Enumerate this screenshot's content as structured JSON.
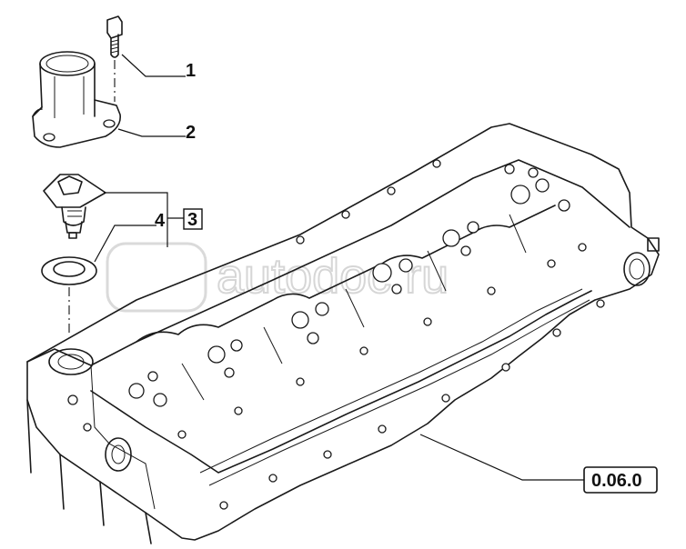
{
  "callouts": {
    "bolt": "1",
    "housing": "2",
    "thermostat_kit": "3",
    "seal_ring": "4",
    "reference": "0.06.0"
  },
  "watermark": {
    "brand": "autodoc.ru"
  },
  "colors": {
    "line": "#1a1a1a",
    "background": "#ffffff",
    "watermark": "#cfcfcf"
  }
}
